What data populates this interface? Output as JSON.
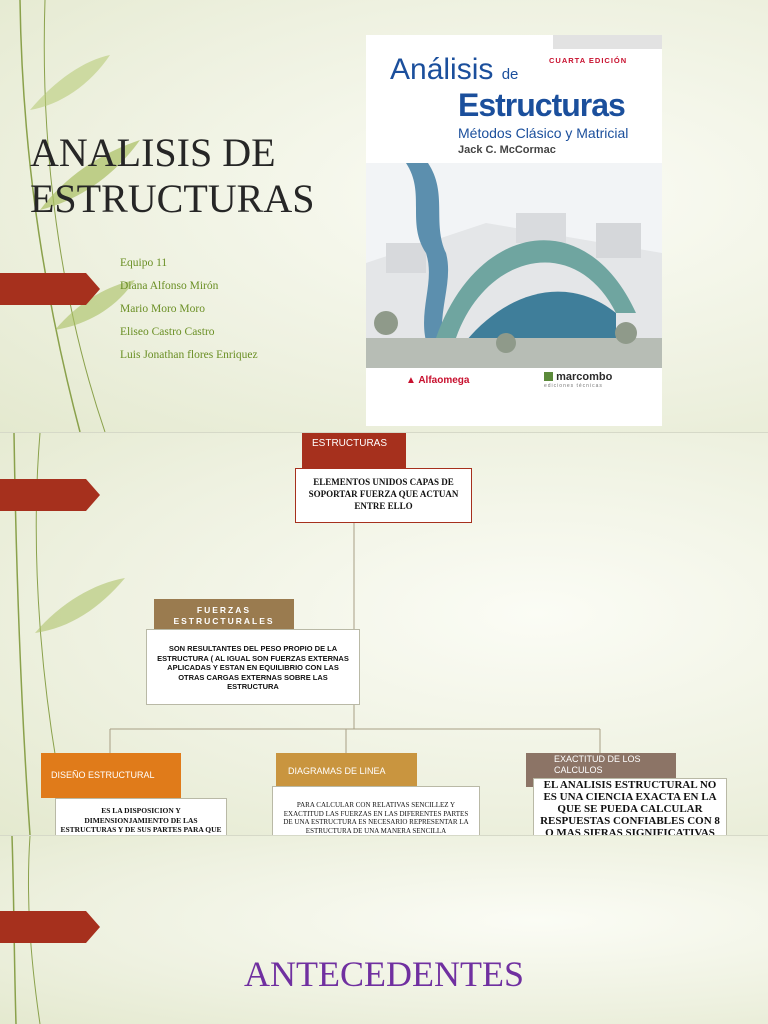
{
  "slide1": {
    "title_line1": "ANALISIS DE",
    "title_line2": "ESTRUCTURAS",
    "members": [
      "Equipo 11",
      "Diana Alfonso Mirón",
      "Mario Moro Moro",
      "Eliseo Castro Castro",
      "Luis Jonathan flores Enriquez"
    ],
    "book": {
      "edition": "CUARTA EDICIÓN",
      "title_a": "Análisis",
      "title_de": "de",
      "title_b": "Estructuras",
      "subtitle": "Métodos Clásico y Matricial",
      "author": "Jack C. McCormac",
      "publisher_1": "Alfaomega",
      "publisher_2": "marcombo",
      "publisher_2_tag": "ediciones técnicas"
    }
  },
  "slide2": {
    "root_header": "ESTRUCTURAS",
    "root_box": "ELEMENTOS UNIDOS CAPAS DE SOPORTAR FUERZA QUE ACTUAN ENTRE ELLO",
    "fuerzas_header": "FUERZAS ESTRUCTURALES",
    "fuerzas_box": "SON RESULTANTES DEL PESO PROPIO DE LA ESTRUCTURA  ( AL IGUAL  SON FUERZAS EXTERNAS APLICADAS Y ESTAN EN EQUILIBRIO CON LAS OTRAS CARGAS EXTERNAS SOBRE LAS ESTRUCTURA",
    "diseno_header": "DISEÑO ESTRUCTURAL",
    "diseno_box": "ES LA DISPOSICION Y DIMENSIONJAMIENTO DE LAS ESTRUCTURAS Y DE SUS PARTES PARA QUE SOPORTEN DE FORMA SATISFACTORIA LA CARGA",
    "diagramas_header": "DIAGRAMAS DE LINEA",
    "diagramas_box": "PARA CALCULAR CON RELATIVAS SENCILLEZ Y EXACTITUD LAS FUERZAS EN LAS DIFERENTES PARTES DE UNA ESTRUCTURA ES NECESARIO REPRESENTAR LA ESTRUCTURA DE UNA MANERA SENCILLA",
    "exactitud_header": "EXACTITUD DE LOS CALCULOS",
    "exactitud_box": "EL ANALISIS ESTRUCTURAL NO ES UNA CIENCIA EXACTA EN LA QUE SE PUEDA CALCULAR RESPUESTAS CONFIABLES CON 8 O MAS SIFRAS SIGNIFICATIVAS"
  },
  "slide3": {
    "title": "ANTECEDENTES"
  },
  "colors": {
    "arrow": "#a6301d",
    "member_text": "#6a8f24",
    "hdr_red": "#a6301d",
    "hdr_brown": "#9a7b4f",
    "hdr_orange": "#e07b1a",
    "hdr_tan": "#c9953f",
    "hdr_gray": "#8c7466",
    "antecedentes": "#7030a0"
  }
}
